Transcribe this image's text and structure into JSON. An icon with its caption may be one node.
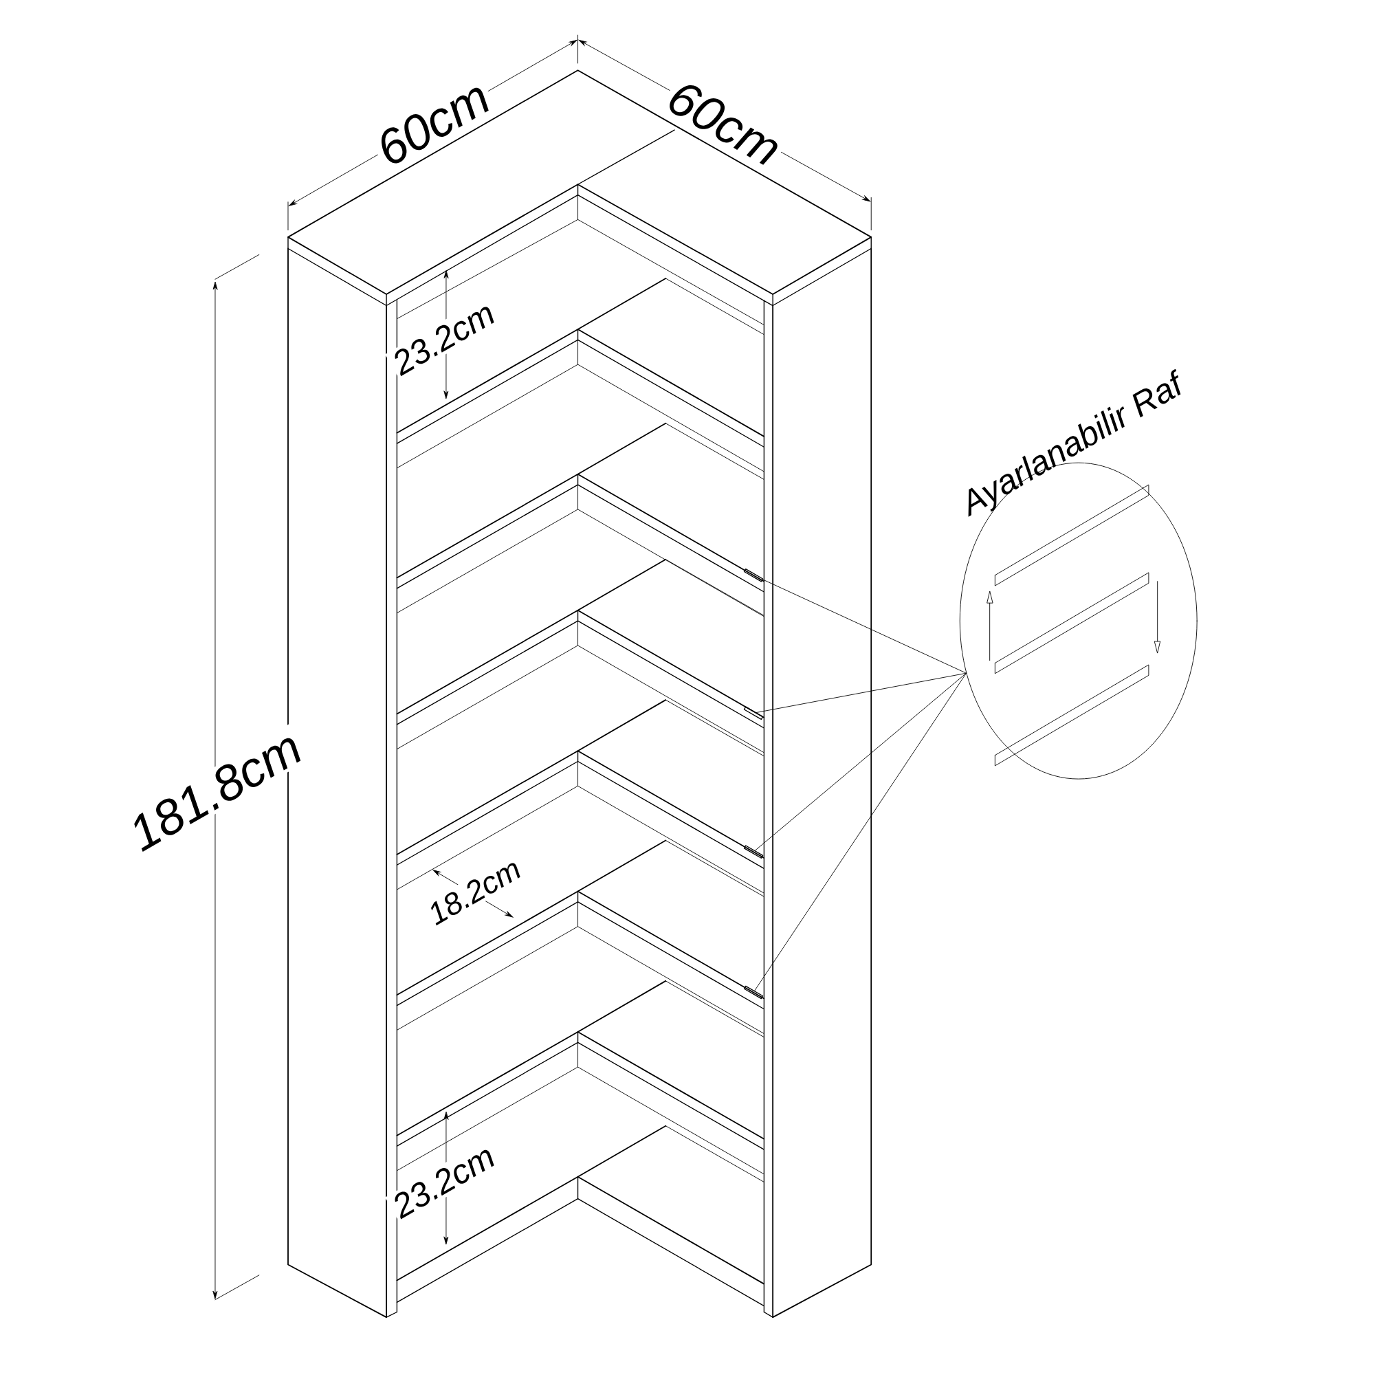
{
  "diagram": {
    "nodes": [
      {
        "text": [
          "Ayarlanabilir Raf"
        ]
      },
      {
        "text": [],
        "shape": "bar"
      },
      {
        "text": [],
        "shape": "bar"
      },
      {
        "text": [],
        "shape": "bar"
      },
      {
        "text": [],
        "shape": "bar"
      }
    ],
    "edges": [
      {
        "from": 0,
        "to": 1,
        "arrow": "none"
      },
      {
        "from": 0,
        "to": 2,
        "arrow": "none"
      },
      {
        "from": 0,
        "to": 3,
        "arrow": "none"
      },
      {
        "from": 0,
        "to": 4,
        "arrow": "none"
      }
    ],
    "labels": [
      "60cm",
      "60cm",
      "23.2cm",
      "181.8cm",
      "18.2cm",
      "23.2cm"
    ]
  }
}
